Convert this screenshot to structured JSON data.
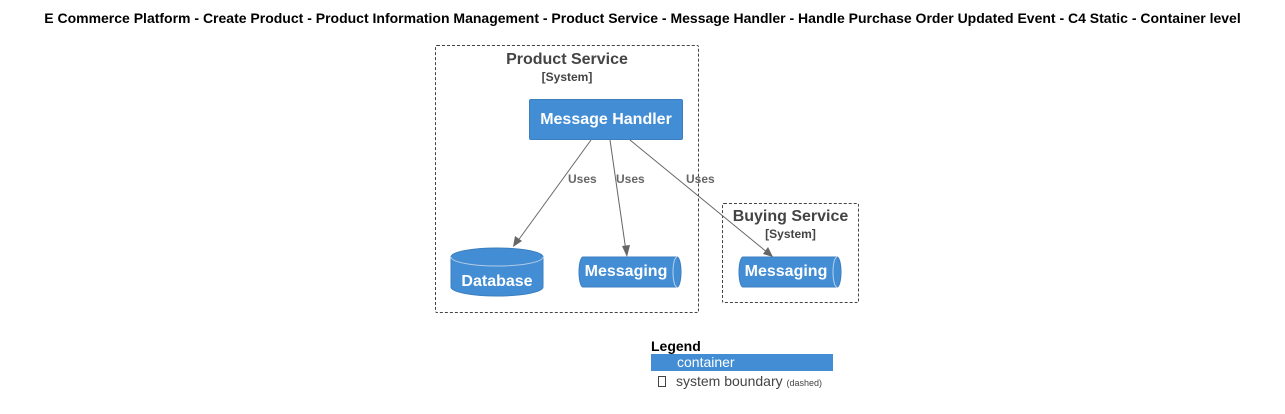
{
  "title": "E Commerce Platform - Create Product - Product Information Management - Product Service - Message Handler - Handle Purchase Order Updated Event - C4 Static - Container level",
  "boundaries": [
    {
      "name": "Product Service",
      "type": "[System]"
    },
    {
      "name": "Buying Service",
      "type": "[System]"
    }
  ],
  "containers": {
    "message_handler": "Message Handler",
    "database": "Database",
    "messaging_product": "Messaging",
    "messaging_buying": "Messaging"
  },
  "edges": [
    {
      "label": "Uses"
    },
    {
      "label": "Uses"
    },
    {
      "label": "Uses"
    }
  ],
  "legend": {
    "title": "Legend",
    "container": "container",
    "boundary": "system boundary",
    "boundary_note": "(dashed)"
  },
  "colors": {
    "container": "#438dd5",
    "boundary_stroke": "#444444",
    "edge": "#666666"
  }
}
